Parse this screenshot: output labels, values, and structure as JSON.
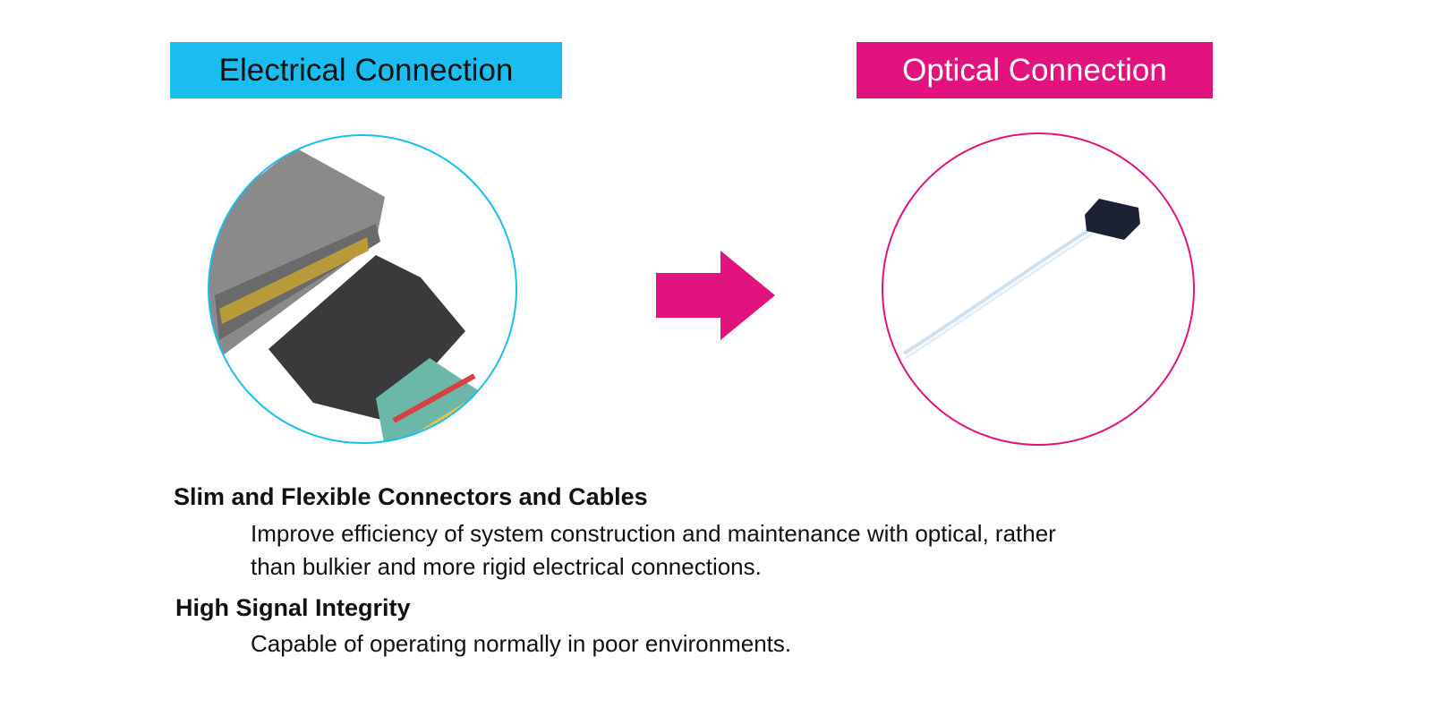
{
  "labels": {
    "electrical": "Electrical Connection",
    "optical": "Optical Connection"
  },
  "colors": {
    "electrical": "#1abdef",
    "optical": "#e2127e"
  },
  "features": [
    {
      "title": "Slim and Flexible Connectors and Cables",
      "lines": [
        "Improve efficiency of system construction and maintenance with optical, rather",
        "than bulkier and more rigid electrical connections."
      ]
    },
    {
      "title": "High Signal Integrity",
      "lines": [
        "Capable of operating normally in poor environments."
      ]
    }
  ]
}
